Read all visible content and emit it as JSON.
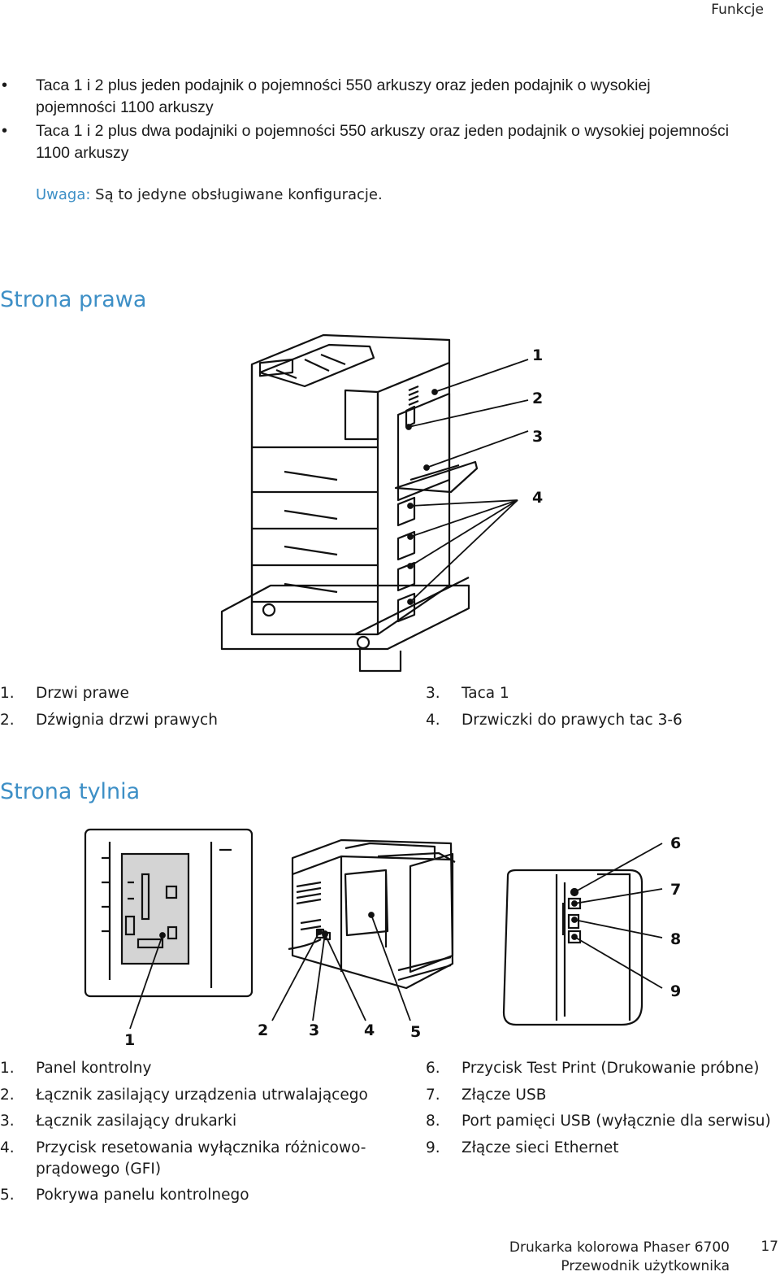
{
  "header": {
    "section": "Funkcje"
  },
  "bullets": [
    "Taca 1 i 2 plus jeden podajnik o pojemności 550 arkuszy oraz jeden podajnik o wysokiej pojemności 1100 arkuszy",
    "Taca 1 i 2 plus dwa podajniki o pojemności 550 arkuszy oraz jeden podajnik o wysokiej pojemności 1100 arkuszy"
  ],
  "note": {
    "label": "Uwaga:",
    "text": " Są to jedyne obsługiwane konfiguracje."
  },
  "right_side": {
    "title": "Strona prawa",
    "callouts": [
      "1",
      "2",
      "3",
      "4"
    ],
    "legend": [
      {
        "num": "1.",
        "text": "Drzwi prawe"
      },
      {
        "num": "2.",
        "text": "Dźwignia drzwi prawych"
      },
      {
        "num": "3.",
        "text": "Taca 1"
      },
      {
        "num": "4.",
        "text": "Drzwiczki do prawych tac 3-6"
      }
    ]
  },
  "rear_side": {
    "title": "Strona tylnia",
    "callouts": [
      "1",
      "2",
      "3",
      "4",
      "5",
      "6",
      "7",
      "8",
      "9"
    ],
    "legend": [
      {
        "num": "1.",
        "text": "Panel kontrolny"
      },
      {
        "num": "2.",
        "text": "Łącznik zasilający urządzenia utrwalającego"
      },
      {
        "num": "3.",
        "text": "Łącznik zasilający drukarki"
      },
      {
        "num": "4.",
        "text": "Przycisk resetowania wyłącznika różnicowo-"
      },
      {
        "num": "",
        "text": "prądowego (GFI)"
      },
      {
        "num": "5.",
        "text": "Pokrywa panelu kontrolnego"
      },
      {
        "num": "6.",
        "text": "Przycisk Test Print (Drukowanie próbne)"
      },
      {
        "num": "7.",
        "text": "Złącze USB"
      },
      {
        "num": "8.",
        "text": "Port pamięci USB (wyłącznie dla serwisu)"
      },
      {
        "num": "9.",
        "text": "Złącze sieci Ethernet"
      }
    ]
  },
  "footer": {
    "line1": "Drukarka kolorowa Phaser 6700",
    "line2": "Przewodnik użytkownika",
    "page": "17"
  },
  "colors": {
    "accent": "#3d8fc6",
    "text": "#1a1a1a",
    "panel_gray": "#d4d4d4"
  }
}
